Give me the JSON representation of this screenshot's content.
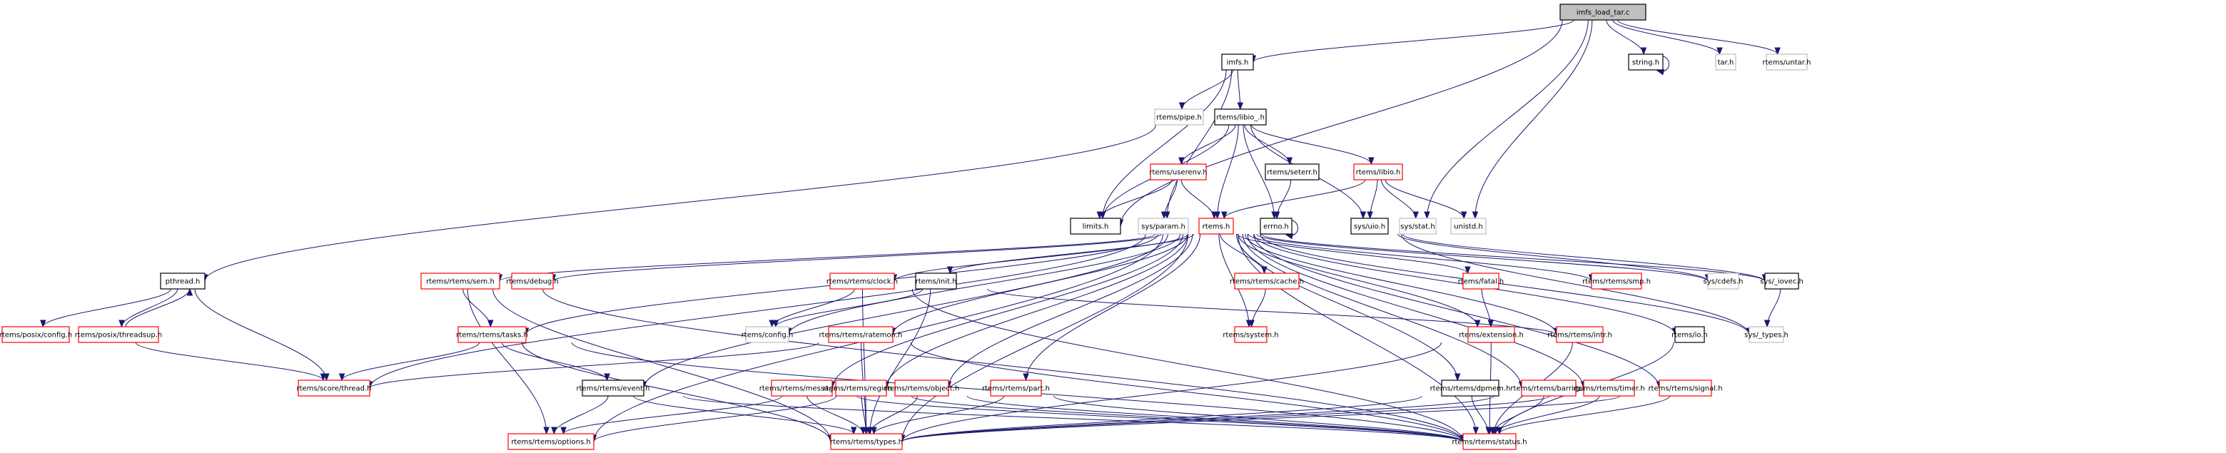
{
  "diagram": {
    "title": "imfs_load_tar.c include dependency graph",
    "colors": {
      "root_fill": "#bfbfbf",
      "root_stroke": "#000000",
      "normal_fill": "#ffffff",
      "normal_stroke": "#000000",
      "truncated_stroke": "#ff0000",
      "external_stroke": "#bfbfbf",
      "edge": "#191970"
    },
    "nodes": [
      {
        "id": "root",
        "label": "imfs_load_tar.c",
        "kind": "root"
      },
      {
        "id": "imfs",
        "label": "imfs.h",
        "kind": "normal"
      },
      {
        "id": "string",
        "label": "string.h",
        "kind": "normal"
      },
      {
        "id": "tar",
        "label": "tar.h",
        "kind": "external"
      },
      {
        "id": "untar",
        "label": "rtems/untar.h",
        "kind": "external"
      },
      {
        "id": "pipe",
        "label": "rtems/pipe.h",
        "kind": "external"
      },
      {
        "id": "libio_",
        "label": "rtems/libio_.h",
        "kind": "normal"
      },
      {
        "id": "userenv",
        "label": "rtems/userenv.h",
        "kind": "truncated"
      },
      {
        "id": "seterr",
        "label": "rtems/seterr.h",
        "kind": "normal"
      },
      {
        "id": "libio",
        "label": "rtems/libio.h",
        "kind": "truncated"
      },
      {
        "id": "limits",
        "label": "limits.h",
        "kind": "normal"
      },
      {
        "id": "param",
        "label": "sys/param.h",
        "kind": "external"
      },
      {
        "id": "rtems",
        "label": "rtems.h",
        "kind": "truncated"
      },
      {
        "id": "errno",
        "label": "errno.h",
        "kind": "normal"
      },
      {
        "id": "uio",
        "label": "sys/uio.h",
        "kind": "normal"
      },
      {
        "id": "stat",
        "label": "sys/stat.h",
        "kind": "external"
      },
      {
        "id": "unistd",
        "label": "unistd.h",
        "kind": "external"
      },
      {
        "id": "pthread",
        "label": "pthread.h",
        "kind": "normal"
      },
      {
        "id": "sem",
        "label": "rtems/rtems/sem.h",
        "kind": "truncated"
      },
      {
        "id": "debug",
        "label": "rtems/debug.h",
        "kind": "truncated"
      },
      {
        "id": "clock",
        "label": "rtems/rtems/clock.h",
        "kind": "truncated"
      },
      {
        "id": "init",
        "label": "rtems/init.h",
        "kind": "normal"
      },
      {
        "id": "cache",
        "label": "rtems/rtems/cache.h",
        "kind": "truncated"
      },
      {
        "id": "fatal",
        "label": "rtems/fatal.h",
        "kind": "truncated"
      },
      {
        "id": "smp",
        "label": "rtems/rtems/smp.h",
        "kind": "truncated"
      },
      {
        "id": "cdefs",
        "label": "sys/cdefs.h",
        "kind": "external"
      },
      {
        "id": "iovec",
        "label": "sys/_iovec.h",
        "kind": "normal"
      },
      {
        "id": "posixconfig",
        "label": "rtems/posix/config.h",
        "kind": "truncated"
      },
      {
        "id": "threadsup",
        "label": "rtems/posix/threadsup.h",
        "kind": "truncated"
      },
      {
        "id": "tasks",
        "label": "rtems/rtems/tasks.h",
        "kind": "truncated"
      },
      {
        "id": "config",
        "label": "rtems/config.h",
        "kind": "external"
      },
      {
        "id": "ratemon",
        "label": "rtems/rtems/ratemon.h",
        "kind": "truncated"
      },
      {
        "id": "system",
        "label": "rtems/system.h",
        "kind": "truncated"
      },
      {
        "id": "extension",
        "label": "rtems/extension.h",
        "kind": "truncated"
      },
      {
        "id": "intr",
        "label": "rtems/rtems/intr.h",
        "kind": "truncated"
      },
      {
        "id": "io",
        "label": "rtems/io.h",
        "kind": "normal"
      },
      {
        "id": "types_",
        "label": "sys/_types.h",
        "kind": "external"
      },
      {
        "id": "thread",
        "label": "rtems/score/thread.h",
        "kind": "truncated"
      },
      {
        "id": "event",
        "label": "rtems/rtems/event.h",
        "kind": "normal"
      },
      {
        "id": "message",
        "label": "rtems/rtems/message.h",
        "kind": "truncated"
      },
      {
        "id": "region",
        "label": "rtems/rtems/region.h",
        "kind": "truncated"
      },
      {
        "id": "object",
        "label": "rtems/rtems/object.h",
        "kind": "truncated"
      },
      {
        "id": "part",
        "label": "rtems/rtems/part.h",
        "kind": "truncated"
      },
      {
        "id": "dpmem",
        "label": "rtems/rtems/dpmem.h",
        "kind": "normal"
      },
      {
        "id": "barrier",
        "label": "rtems/rtems/barrier.h",
        "kind": "truncated"
      },
      {
        "id": "timer",
        "label": "rtems/rtems/timer.h",
        "kind": "truncated"
      },
      {
        "id": "signal",
        "label": "rtems/rtems/signal.h",
        "kind": "truncated"
      },
      {
        "id": "options",
        "label": "rtems/rtems/options.h",
        "kind": "truncated"
      },
      {
        "id": "rtypes",
        "label": "rtems/rtems/types.h",
        "kind": "truncated"
      },
      {
        "id": "status",
        "label": "rtems/rtems/status.h",
        "kind": "truncated"
      }
    ],
    "edges": [
      [
        "root",
        "imfs"
      ],
      [
        "root",
        "limits"
      ],
      [
        "root",
        "string"
      ],
      [
        "root",
        "tar"
      ],
      [
        "root",
        "untar"
      ],
      [
        "root",
        "stat"
      ],
      [
        "root",
        "unistd"
      ],
      [
        "string",
        "string"
      ],
      [
        "imfs",
        "pipe"
      ],
      [
        "imfs",
        "libio_"
      ],
      [
        "imfs",
        "param"
      ],
      [
        "imfs",
        "limits"
      ],
      [
        "libio_",
        "userenv"
      ],
      [
        "libio_",
        "rtems"
      ],
      [
        "libio_",
        "errno"
      ],
      [
        "libio_",
        "seterr"
      ],
      [
        "libio_",
        "libio"
      ],
      [
        "libio_",
        "uio"
      ],
      [
        "libio_",
        "limits"
      ],
      [
        "libio_",
        "pthread"
      ],
      [
        "userenv",
        "limits"
      ],
      [
        "userenv",
        "param"
      ],
      [
        "userenv",
        "rtems"
      ],
      [
        "seterr",
        "errno"
      ],
      [
        "errno",
        "errno"
      ],
      [
        "libio",
        "rtems"
      ],
      [
        "libio",
        "uio"
      ],
      [
        "libio",
        "stat"
      ],
      [
        "libio",
        "unistd"
      ],
      [
        "uio",
        "iovec"
      ],
      [
        "uio",
        "types_"
      ],
      [
        "uio",
        "cdefs"
      ],
      [
        "rtems",
        "sem"
      ],
      [
        "rtems",
        "debug"
      ],
      [
        "rtems",
        "clock"
      ],
      [
        "rtems",
        "init"
      ],
      [
        "rtems",
        "cache"
      ],
      [
        "rtems",
        "fatal"
      ],
      [
        "rtems",
        "smp"
      ],
      [
        "rtems",
        "cdefs"
      ],
      [
        "rtems",
        "iovec"
      ],
      [
        "rtems",
        "tasks"
      ],
      [
        "rtems",
        "config"
      ],
      [
        "rtems",
        "ratemon"
      ],
      [
        "rtems",
        "system"
      ],
      [
        "rtems",
        "extension"
      ],
      [
        "rtems",
        "intr"
      ],
      [
        "rtems",
        "io"
      ],
      [
        "rtems",
        "types_"
      ],
      [
        "rtems",
        "event"
      ],
      [
        "rtems",
        "message"
      ],
      [
        "rtems",
        "region"
      ],
      [
        "rtems",
        "object"
      ],
      [
        "rtems",
        "part"
      ],
      [
        "rtems",
        "dpmem"
      ],
      [
        "rtems",
        "barrier"
      ],
      [
        "rtems",
        "timer"
      ],
      [
        "rtems",
        "signal"
      ],
      [
        "rtems",
        "options"
      ],
      [
        "rtems",
        "rtypes"
      ],
      [
        "rtems",
        "status"
      ],
      [
        "rtems",
        "thread"
      ],
      [
        "pthread",
        "posixconfig"
      ],
      [
        "pthread",
        "threadsup"
      ],
      [
        "pthread",
        "thread"
      ],
      [
        "threadsup",
        "pthread"
      ],
      [
        "threadsup",
        "thread"
      ],
      [
        "sem",
        "tasks"
      ],
      [
        "sem",
        "options"
      ],
      [
        "sem",
        "rtypes"
      ],
      [
        "sem",
        "status"
      ],
      [
        "clock",
        "config"
      ],
      [
        "clock",
        "rtypes"
      ],
      [
        "clock",
        "status"
      ],
      [
        "init",
        "config"
      ],
      [
        "init",
        "rtypes"
      ],
      [
        "init",
        "intr"
      ],
      [
        "cache",
        "system"
      ],
      [
        "fatal",
        "extension"
      ],
      [
        "iovec",
        "types_"
      ],
      [
        "tasks",
        "thread"
      ],
      [
        "tasks",
        "event"
      ],
      [
        "tasks",
        "rtypes"
      ],
      [
        "tasks",
        "status"
      ],
      [
        "ratemon",
        "thread"
      ],
      [
        "ratemon",
        "rtypes"
      ],
      [
        "ratemon",
        "status"
      ],
      [
        "extension",
        "rtypes"
      ],
      [
        "extension",
        "status"
      ],
      [
        "intr",
        "status"
      ],
      [
        "io",
        "status"
      ],
      [
        "event",
        "options"
      ],
      [
        "event",
        "rtypes"
      ],
      [
        "event",
        "status"
      ],
      [
        "message",
        "options"
      ],
      [
        "message",
        "rtypes"
      ],
      [
        "message",
        "status"
      ],
      [
        "region",
        "options"
      ],
      [
        "region",
        "rtypes"
      ],
      [
        "region",
        "status"
      ],
      [
        "object",
        "rtypes"
      ],
      [
        "object",
        "status"
      ],
      [
        "part",
        "rtypes"
      ],
      [
        "part",
        "status"
      ],
      [
        "dpmem",
        "rtypes"
      ],
      [
        "dpmem",
        "status"
      ],
      [
        "barrier",
        "rtypes"
      ],
      [
        "barrier",
        "status"
      ],
      [
        "timer",
        "rtypes"
      ],
      [
        "timer",
        "status"
      ],
      [
        "signal",
        "rtypes"
      ],
      [
        "signal",
        "status"
      ]
    ]
  }
}
